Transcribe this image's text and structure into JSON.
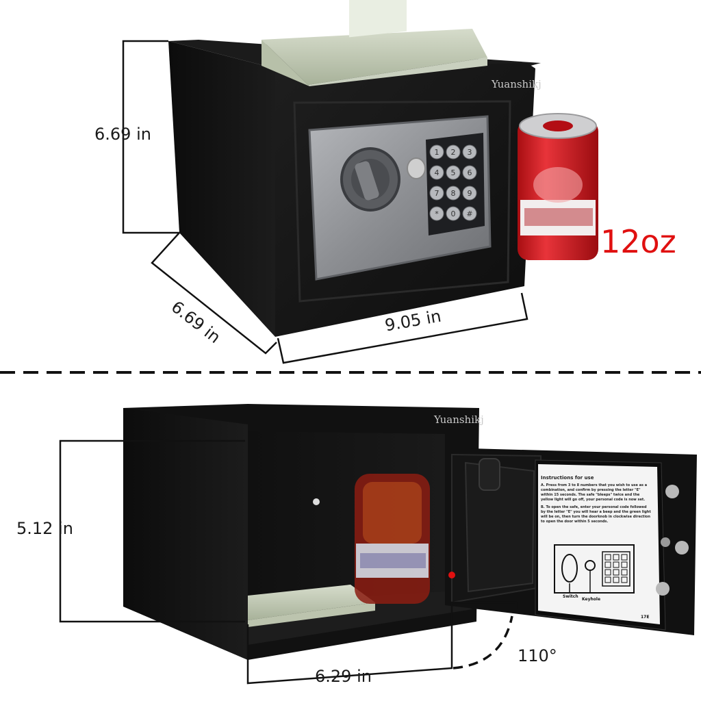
{
  "top": {
    "brand": "Yuanshikj",
    "height_label": "6.69 in",
    "depth_label": "6.69 in",
    "width_label": "9.05 in",
    "can_label": "12oz",
    "keypad_keys": [
      "1",
      "2",
      "3",
      "4",
      "5",
      "6",
      "7",
      "8",
      "9",
      "*",
      "0",
      "#"
    ]
  },
  "bottom": {
    "brand": "Yuanshikj",
    "height_label": "5.12 in",
    "depth_label": "6.29 in",
    "angle_label": "110°",
    "manual": {
      "title": "Instructions for use",
      "step_a": "A. Press from 3 to 8 numbers that you wish to use as a combination, and confirm by pressing the letter \"E\" within 15 seconds. The safe \"bleeps\" twice and the yellow light will go off, your personal code is now set.",
      "step_b": "B. To open the safe, enter your personal code followed by the letter \"E\" you will hear a beep and the green light will be on, then turn the doorknob in clockwise direction to open the door within 5 seconds.",
      "switch_label": "Switch",
      "keyhole_label": "Keyhole",
      "model": "17E"
    }
  },
  "colors": {
    "safe_body": "#141414",
    "safe_panel": "#8e9094",
    "dimension_line": "#111111",
    "accent_red": "#e01010"
  }
}
